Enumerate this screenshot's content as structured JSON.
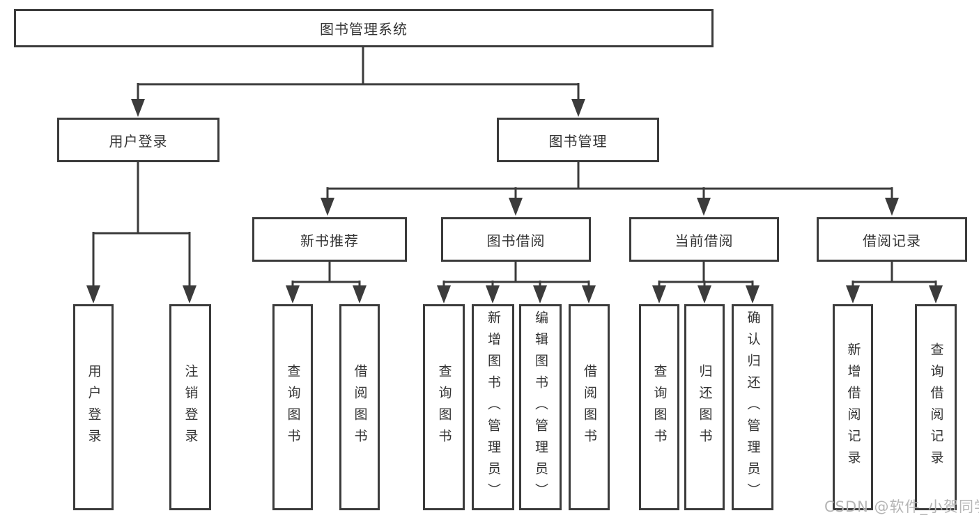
{
  "diagram_type": "hierarchy-tree",
  "nodes": {
    "root": "图书管理系统",
    "l1": [
      "用户登录",
      "图书管理"
    ],
    "l2": [
      "新书推荐",
      "图书借阅",
      "当前借阅",
      "借阅记录"
    ],
    "leaves_login": [
      "用户登录",
      "注销登录"
    ],
    "leaves_newbook": [
      "查询图书",
      "借阅图书"
    ],
    "leaves_borrow": [
      "查询图书",
      "新增图书（管理员）",
      "编辑图书（管理员）",
      "借阅图书"
    ],
    "leaves_current": [
      "查询图书",
      "归还图书",
      "确认归还（管理员）"
    ],
    "leaves_records": [
      "新增借阅记录",
      "查询借阅记录"
    ]
  },
  "hierarchy": {
    "图书管理系统": {
      "用户登录": [
        "用户登录",
        "注销登录"
      ],
      "图书管理": {
        "新书推荐": [
          "查询图书",
          "借阅图书"
        ],
        "图书借阅": [
          "查询图书",
          "新增图书（管理员）",
          "编辑图书（管理员）",
          "借阅图书"
        ],
        "当前借阅": [
          "查询图书",
          "归还图书",
          "确认归还（管理员）"
        ],
        "借阅记录": [
          "新增借阅记录",
          "查询借阅记录"
        ]
      }
    }
  },
  "watermark": {
    "text": "CSDN @软件_小贺同学"
  },
  "colors": {
    "line": "#3b3b3b",
    "text": "#333333",
    "background": "#ffffff",
    "watermark": "#b5b5b5"
  }
}
